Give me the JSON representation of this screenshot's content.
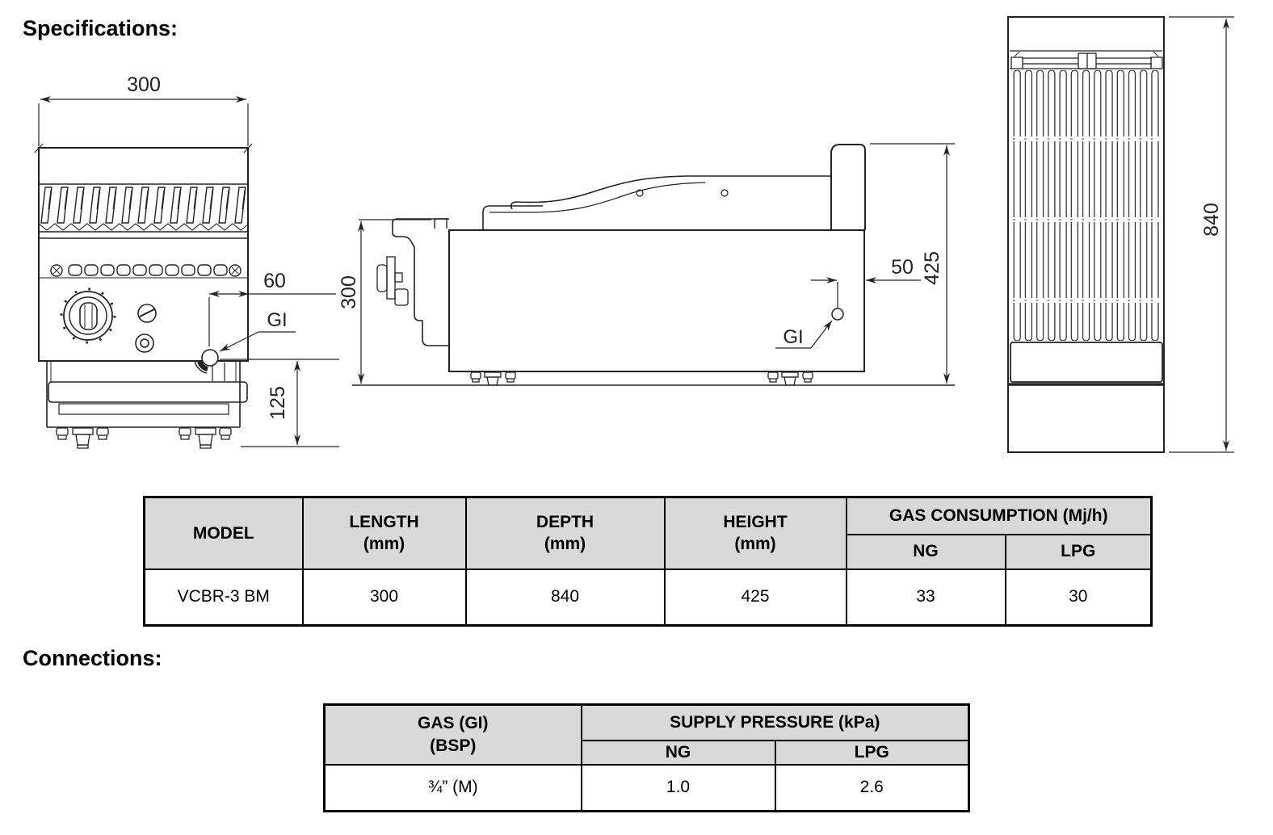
{
  "headings": {
    "specifications": "Specifications:",
    "connections": "Connections:"
  },
  "spec_table": {
    "col_model": "MODEL",
    "col_length": "LENGTH\n(mm)",
    "col_depth": "DEPTH\n(mm)",
    "col_height": "HEIGHT\n(mm)",
    "col_gas": "GAS CONSUMPTION (Mj/h)",
    "col_ng": "NG",
    "col_lpg": "LPG",
    "row": {
      "model": "VCBR-3 BM",
      "length": "300",
      "depth": "840",
      "height": "425",
      "ng": "33",
      "lpg": "30"
    }
  },
  "connections_table": {
    "col_gas": "GAS (GI)\n(BSP)",
    "col_supply": "SUPPLY PRESSURE (kPa)",
    "col_ng": "NG",
    "col_lpg": "LPG",
    "row": {
      "gas": "¾” (M)",
      "ng": "1.0",
      "lpg": "2.6"
    }
  },
  "drawings": {
    "front_view": {
      "width_dim": "300",
      "gas_offset_dim": "60",
      "gas_inlet_label": "GI",
      "base_height_dim": "125"
    },
    "side_view": {
      "front_height_dim": "300",
      "gas_offset_dim": "50",
      "total_height_dim": "425",
      "gas_inlet_label": "GI"
    },
    "top_view": {
      "depth_dim": "840"
    }
  },
  "colors": {
    "table_header_bg": "#d9d9d9",
    "table_border": "#000000",
    "drawing_line": "#222222"
  }
}
